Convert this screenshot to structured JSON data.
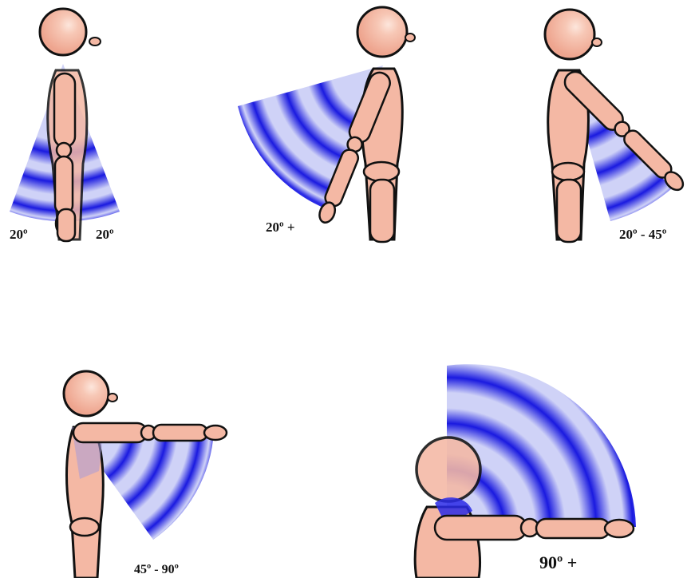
{
  "colors": {
    "skin": "#f4b8a4",
    "skin_highlight": "#fde6dc",
    "outline": "#111111",
    "arc_light": "#cfd2f7",
    "arc_dark": "#1a1ae0",
    "background": "#ffffff"
  },
  "figures": [
    {
      "id": "neutral",
      "labels": [
        "20º",
        "20º"
      ]
    },
    {
      "id": "extension",
      "labels": [
        "20º +"
      ]
    },
    {
      "id": "flexion-low",
      "labels": [
        "20º - 45º"
      ]
    },
    {
      "id": "flexion-mid",
      "labels": [
        "45º - 90º"
      ]
    },
    {
      "id": "flexion-high",
      "labels": [
        "90º +"
      ]
    }
  ]
}
